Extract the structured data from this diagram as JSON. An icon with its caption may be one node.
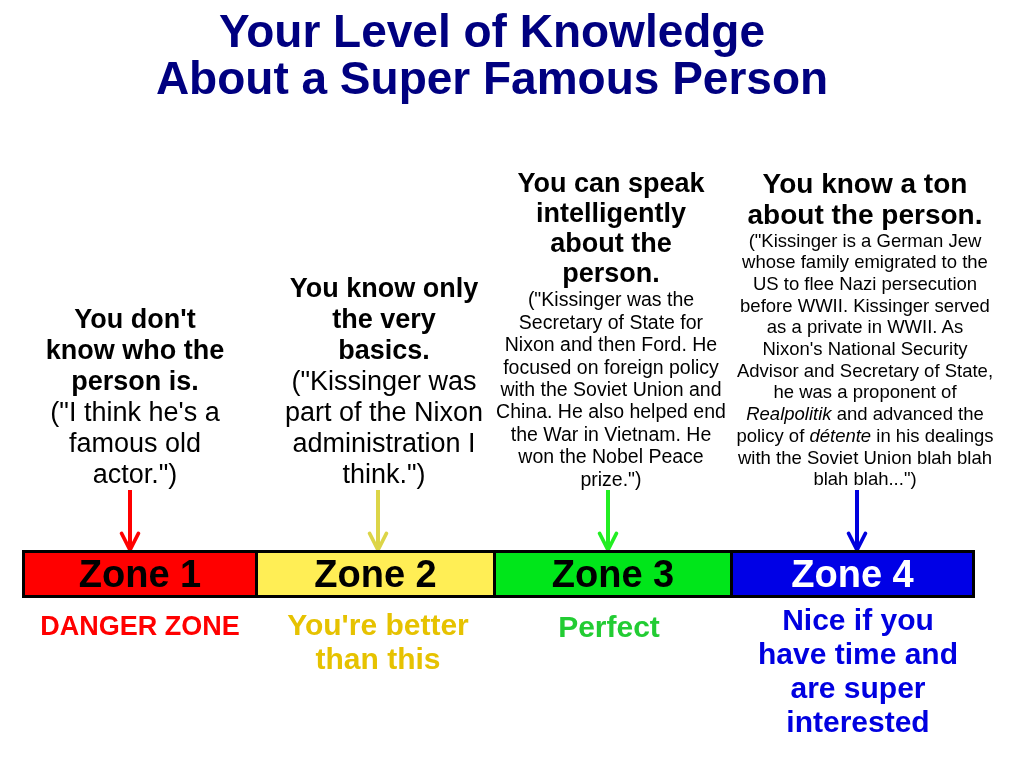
{
  "diagram": {
    "title": "Your Level of Knowledge About a Super Famous Person",
    "nodes": [
      {
        "text": [
          "You don't know who the person is.",
          "(\"I think he's a famous old actor.\")"
        ]
      },
      {
        "text": [
          "You know only the very basics.",
          "(\"Kissinger was part of the Nixon administration I think.\")"
        ]
      },
      {
        "text": [
          "You can speak intelligently about the person.",
          "(\"Kissinger was the Secretary of State for Nixon and then Ford. He focused on foreign policy with the Soviet Union and China. He also helped end the War in Vietnam. He won the Nobel Peace prize.\")"
        ]
      },
      {
        "text": [
          "You know a ton about the person.",
          "(\"Kissinger is a German Jew whose family emigrated to the US to flee Nazi persecution before WWII. Kissinger served as a private in WWII. As Nixon's National Security Advisor and Secretary of State, he was a proponent of *Realpolitik* and advanced the policy of *détente* in his dealings with the Soviet Union blah blah blah blah...\")"
        ]
      },
      {
        "text": [
          "Zone 1"
        ],
        "beside": [
          "DANGER ZONE"
        ]
      },
      {
        "text": [
          "Zone 2"
        ],
        "beside": [
          "You're better than this"
        ]
      },
      {
        "text": [
          "Zone 3"
        ],
        "beside": [
          "Perfect"
        ]
      },
      {
        "text": [
          "Zone 4"
        ],
        "beside": [
          "Nice if you have time and are super interested"
        ]
      }
    ],
    "edges": [
      {
        "from": 0,
        "to": 4,
        "arrow": "to",
        "color": "#ff0000"
      },
      {
        "from": 1,
        "to": 5,
        "arrow": "to",
        "color": "#dcd548"
      },
      {
        "from": 2,
        "to": 6,
        "arrow": "to",
        "color": "#22ee22"
      },
      {
        "from": 3,
        "to": 7,
        "arrow": "to",
        "color": "#0000dd"
      }
    ]
  }
}
